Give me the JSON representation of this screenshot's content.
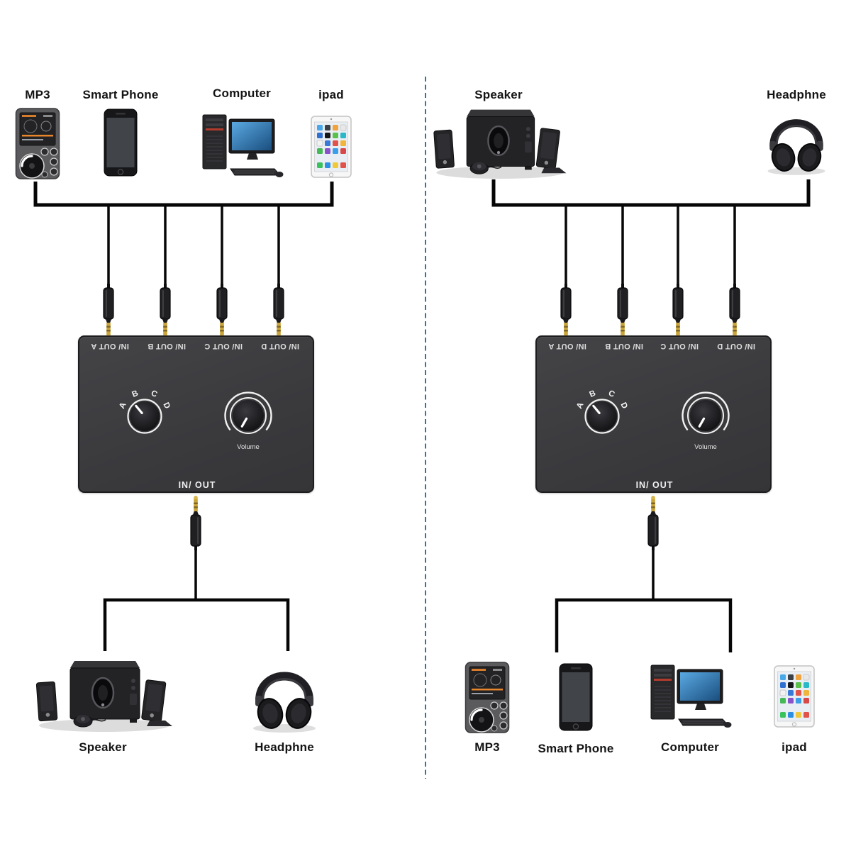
{
  "colors": {
    "divider": "#2b7a9b",
    "cable": "#060606",
    "switch_body": "#3d3d40",
    "jack_tip_gold": "#c9a43a"
  },
  "switcher": {
    "ports": [
      "IN/ OUT A",
      "IN/ OUT B",
      "IN/ OUT C",
      "IN/ OUT D"
    ],
    "selector_labels": [
      "A",
      "B",
      "C",
      "D"
    ],
    "volume_label": "Volume",
    "io_label": "IN/ OUT"
  },
  "left_diagram": {
    "top_devices": [
      {
        "name": "mp3-player",
        "label": "MP3"
      },
      {
        "name": "smart-phone",
        "label": "Smart Phone"
      },
      {
        "name": "computer",
        "label": "Computer"
      },
      {
        "name": "tablet",
        "label": "ipad"
      }
    ],
    "bottom_devices": [
      {
        "name": "speaker-system",
        "label": "Speaker"
      },
      {
        "name": "headphones",
        "label": "Headphne"
      }
    ]
  },
  "right_diagram": {
    "top_devices": [
      {
        "name": "speaker-system",
        "label": "Speaker"
      },
      {
        "name": "headphones",
        "label": "Headphne"
      }
    ],
    "bottom_devices": [
      {
        "name": "mp3-player",
        "label": "MP3"
      },
      {
        "name": "smart-phone",
        "label": "Smart Phone"
      },
      {
        "name": "computer",
        "label": "Computer"
      },
      {
        "name": "tablet",
        "label": "ipad"
      }
    ]
  }
}
